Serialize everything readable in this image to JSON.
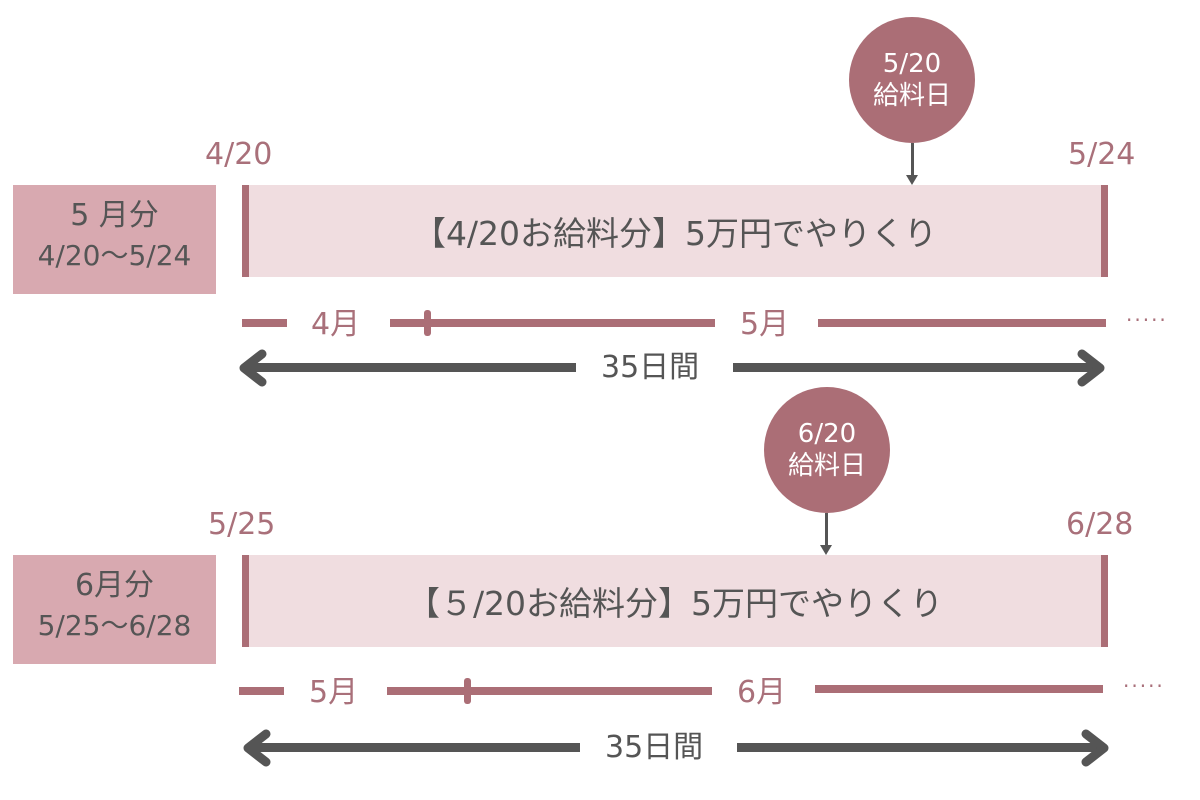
{
  "colors": {
    "accent": "#ab6e76",
    "label_box": "#d8a9b0",
    "period_fill": "#f0dde0",
    "text_dark": "#555555",
    "text_accent": "#a9707a"
  },
  "rows": [
    {
      "label_title": "5 月分",
      "label_range": "4/20〜5/24",
      "start_date": "4/20",
      "end_date": "5/24",
      "payday_date": "5/20",
      "payday_label": "給料日",
      "period_text": "【4/20お給料分】5万円でやりくり",
      "month_first": "4月",
      "month_second": "5月",
      "continuation": "·····",
      "duration": "35日間"
    },
    {
      "label_title": "6月分",
      "label_range": "5/25〜6/28",
      "start_date": "5/25",
      "end_date": "6/28",
      "payday_date": "6/20",
      "payday_label": "給料日",
      "period_text": "【５/20お給料分】5万円でやりくり",
      "month_first": "5月",
      "month_second": "6月",
      "continuation": "·····",
      "duration": "35日間"
    }
  ]
}
